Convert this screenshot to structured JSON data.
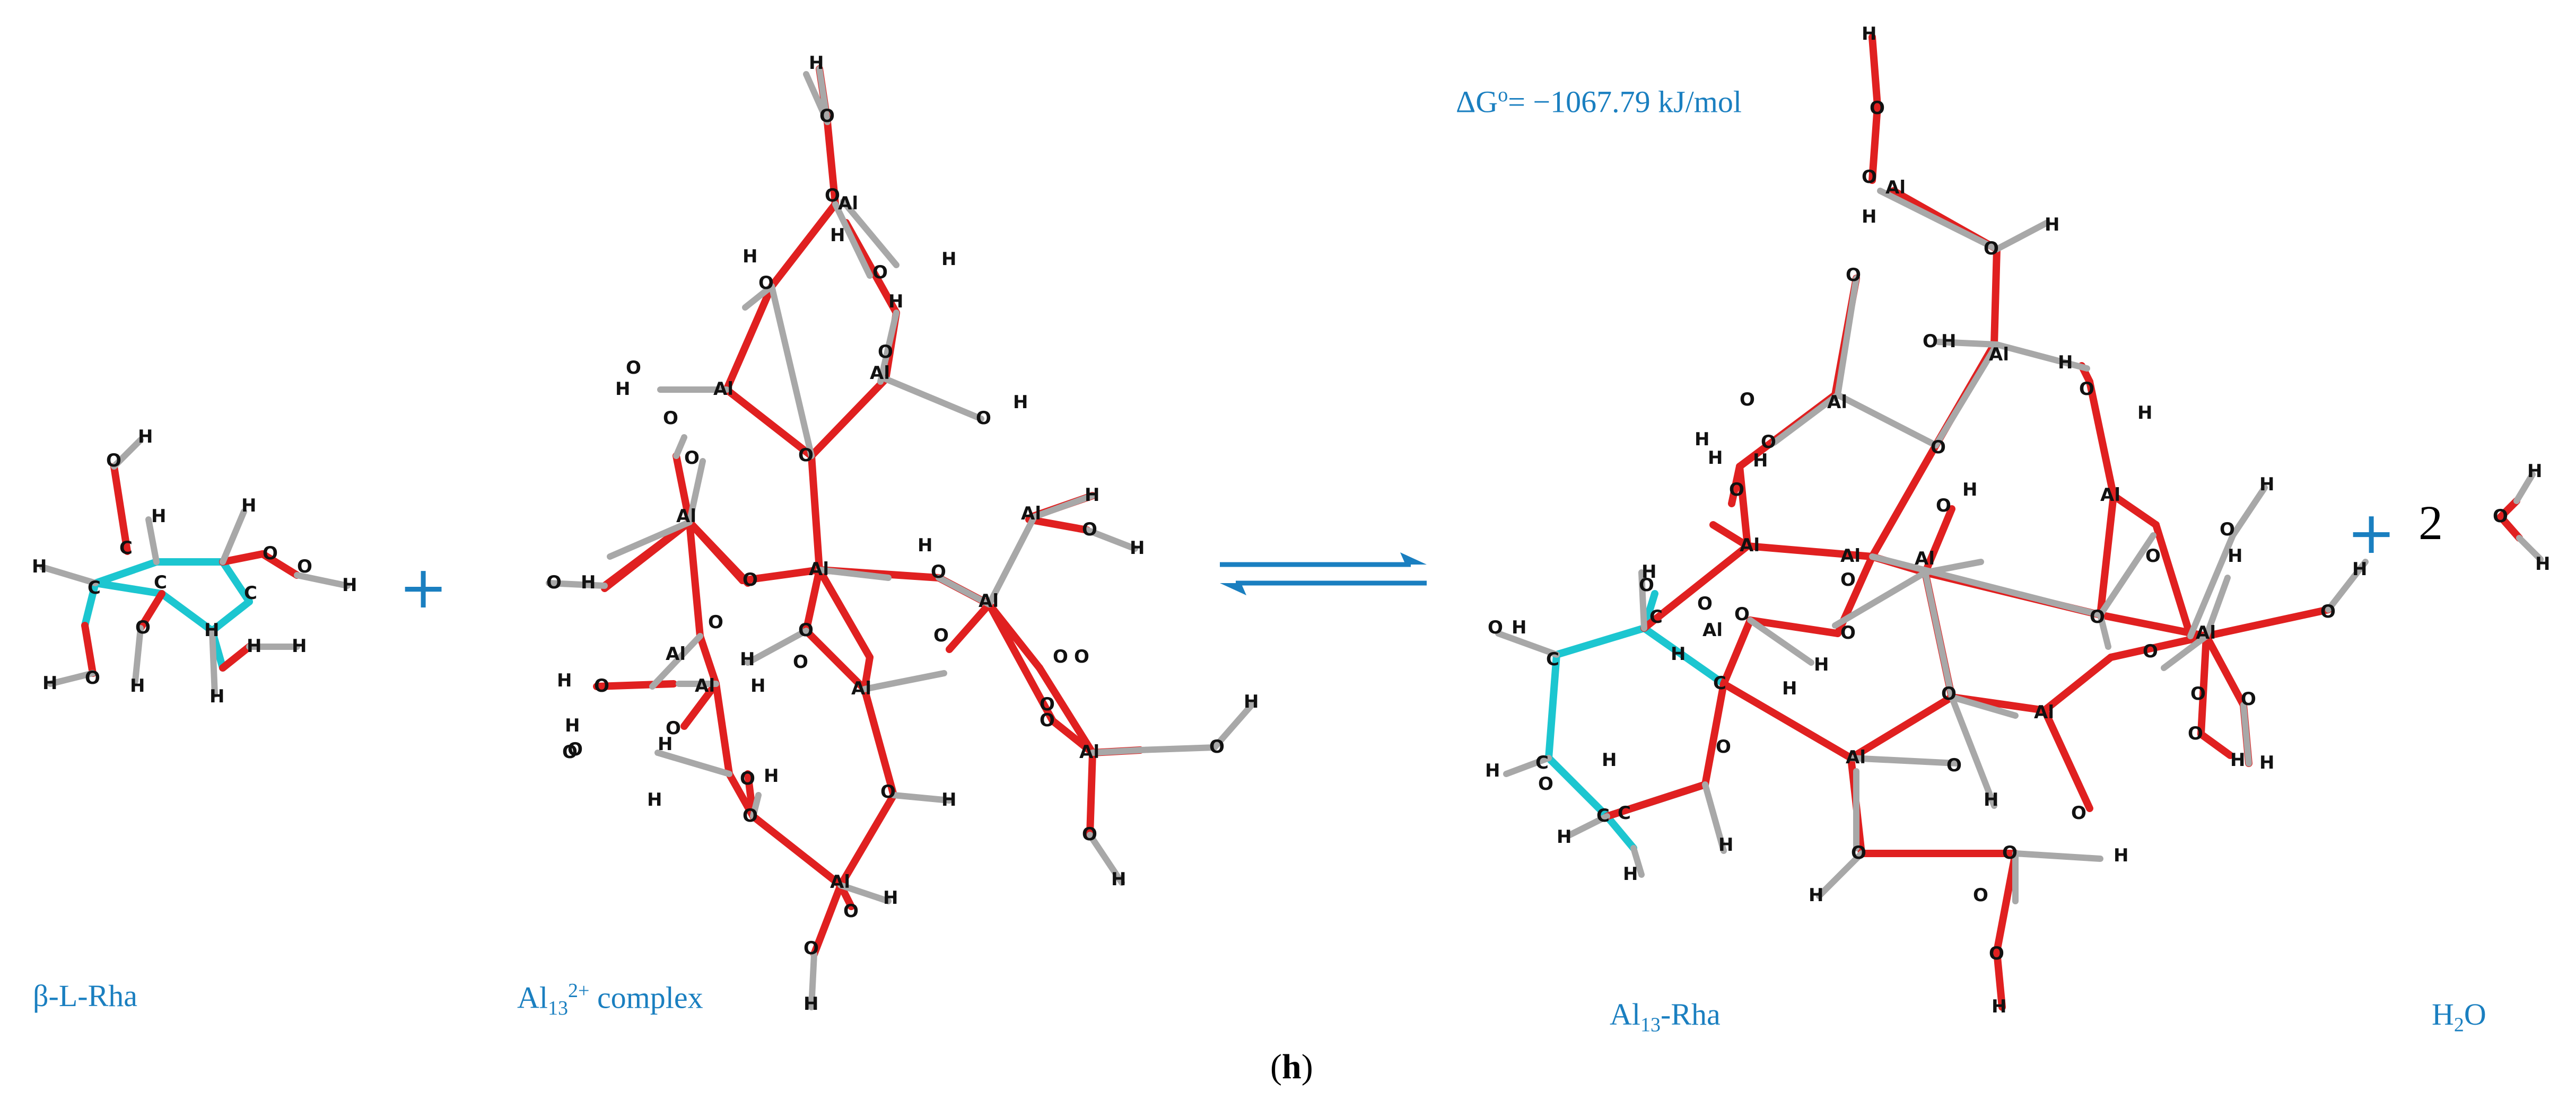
{
  "panel_label": {
    "open": "(",
    "letter": "h",
    "close": ")"
  },
  "energy": {
    "prefix": "ΔG",
    "sup": "o",
    "value": "= −1067.79 kJ/mol"
  },
  "labels": {
    "rha": "β-L-Rha",
    "al13_base": "Al",
    "al13_sub": "13",
    "al13_sup": "2+",
    "al13_rest": " complex",
    "product_base": "Al",
    "product_sub": "13",
    "product_rest": "-Rha",
    "water_base": "H",
    "water_sub": "2",
    "water_rest": "O"
  },
  "operators": {
    "plus1": "+",
    "plus2": "+",
    "coefficient": "2"
  },
  "colors": {
    "label": "#1a7fc0",
    "oxygen": "#e02020",
    "bond": "#a0a0a0",
    "carbon": "#1cc6d0",
    "arrow": "#1a7fc0"
  },
  "atoms": {
    "H": "H",
    "O": "O",
    "C": "C",
    "Al": "Al"
  }
}
